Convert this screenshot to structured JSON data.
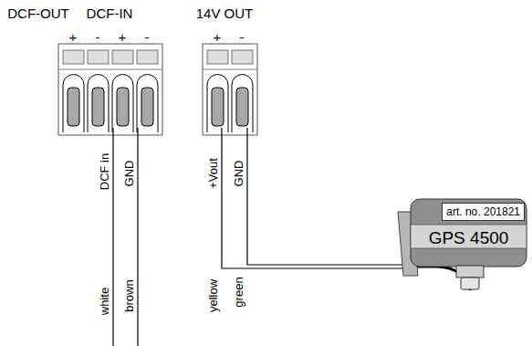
{
  "diagram": {
    "nodes": [
      {
        "text": [
          "art. no. 201821",
          "GPS 4500"
        ]
      }
    ],
    "labels": [
      "DCF-OUT",
      "DCF-IN",
      "14V OUT",
      "+",
      "-",
      "+",
      "-",
      "+",
      "-",
      "DCF in",
      "GND",
      "+Vout",
      "GND",
      "white",
      "brown",
      "yellow",
      "green"
    ]
  }
}
